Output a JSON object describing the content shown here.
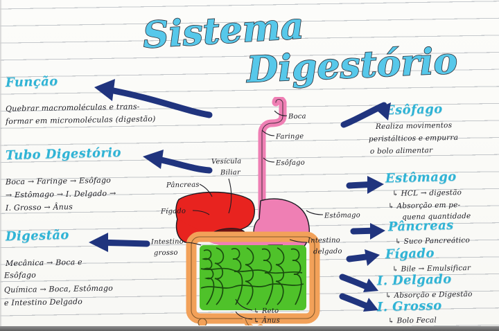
{
  "page": {
    "title_line1": "Sistema",
    "title_line2": "Digestório",
    "accent_heading": "#2fb4d6",
    "accent_title_fill": "#57c8ea",
    "accent_title_stroke": "#2b2b33",
    "arrow_color": "#20347e",
    "ink_color": "#1b1b22",
    "paper_color": "#fcfcfa",
    "rule_color": "#78808c"
  },
  "left_column": {
    "sections": [
      {
        "heading": "Função",
        "lines": [
          "Quebrar macromoléculas e trans-",
          "formar em micromoléculas (digestão)"
        ]
      },
      {
        "heading": "Tubo Digestório",
        "lines": [
          "Boca → Faringe → Esôfago",
          "→ Estômago → I. Delgado →",
          "I. Grosso → Ânus"
        ]
      },
      {
        "heading": "Digestão",
        "lines": [
          "Mecânica → Boca e",
          "Esôfago",
          "Química → Boca, Estômago",
          "e Intestino Delgado"
        ]
      }
    ]
  },
  "right_column": {
    "sections": [
      {
        "heading": "Esôfago",
        "lines": [
          "Realiza movimentos",
          "peristálticos e empurra",
          "o bolo alimentar"
        ],
        "bullets": []
      },
      {
        "heading": "Estômago",
        "lines": [],
        "bullets": [
          "↳ HCL → digestão",
          "↳ Absorção em pe-",
          "    quena quantidade"
        ]
      },
      {
        "heading": "Pâncreas",
        "lines": [],
        "bullets": [
          "↳ Suco Pancreático"
        ]
      },
      {
        "heading": "Fígado",
        "lines": [],
        "bullets": [
          "↳ Bile → Emulsificar"
        ]
      },
      {
        "heading": "I. Delgado",
        "lines": [],
        "bullets": [
          "↳ Absorção e Digestão"
        ]
      },
      {
        "heading": "I. Grosso",
        "lines": [],
        "bullets": [
          "↳ Bolo Fecal"
        ]
      }
    ]
  },
  "diagram": {
    "labels": [
      {
        "text": "Boca",
        "marker": "→"
      },
      {
        "text": "Faringe",
        "marker": ""
      },
      {
        "text": "Esôfago",
        "marker": ""
      },
      {
        "text": "Vesícula",
        "marker": ""
      },
      {
        "text": "Biliar",
        "marker": ""
      },
      {
        "text": "Pâncreas",
        "marker": ""
      },
      {
        "text": "Fígado",
        "marker": ""
      },
      {
        "text": "Estômago",
        "marker": ""
      },
      {
        "text": "Intestino",
        "marker": ""
      },
      {
        "text": "delgado",
        "marker": ""
      },
      {
        "text": "Intestino",
        "marker": ""
      },
      {
        "text": "grosso",
        "marker": ""
      },
      {
        "text": "↳ Reto",
        "marker": ""
      },
      {
        "text": "↳ Ânus",
        "marker": ""
      }
    ],
    "colors": {
      "esophagus_stomach": "#ef7fb4",
      "liver": "#e8231f",
      "gallbladder": "#6e1212",
      "small_intestine": "#4fc22a",
      "large_intestine": "#f0aköp",
      "large_intestine_hex": "#f2a159"
    }
  }
}
